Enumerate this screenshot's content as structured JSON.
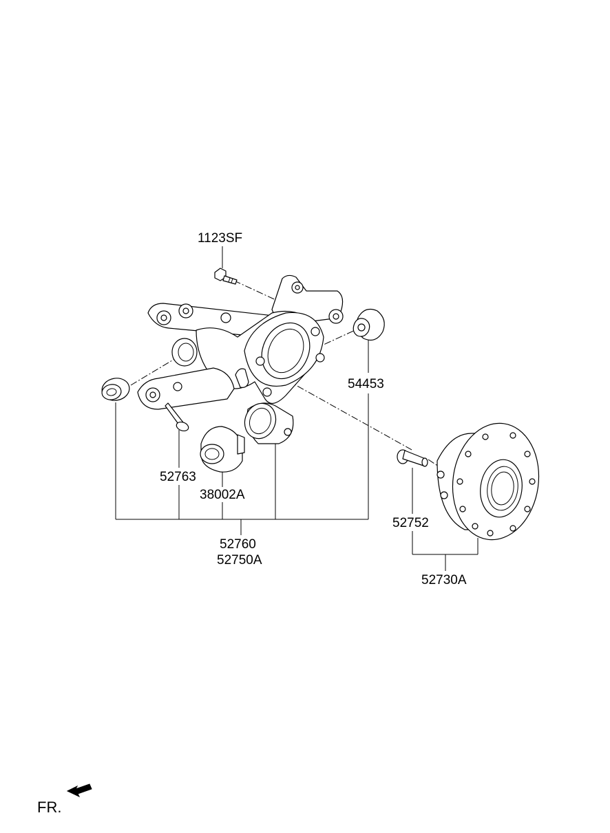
{
  "labels": {
    "p1123SF": "1123SF",
    "p54453": "54453",
    "p52763": "52763",
    "p38002A": "38002A",
    "p52760": "52760",
    "p52750A": "52750A",
    "p52752": "52752",
    "p52730A": "52730A"
  },
  "direction": {
    "label": "FR."
  }
}
